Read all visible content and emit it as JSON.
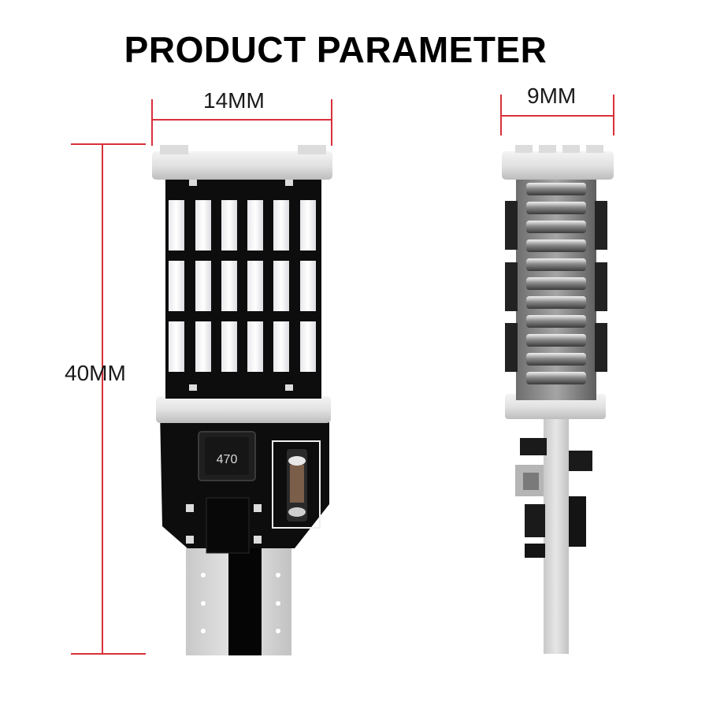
{
  "title": "PRODUCT PARAMETER",
  "dimensions": {
    "width": "14MM",
    "depth": "9MM",
    "height": "40MM"
  },
  "component_marking": "470",
  "colors": {
    "dimension_line": "#d9303a",
    "led_chip": "#ffffff",
    "pcb": "#0d0d0d",
    "base": "#d8d8d8"
  }
}
